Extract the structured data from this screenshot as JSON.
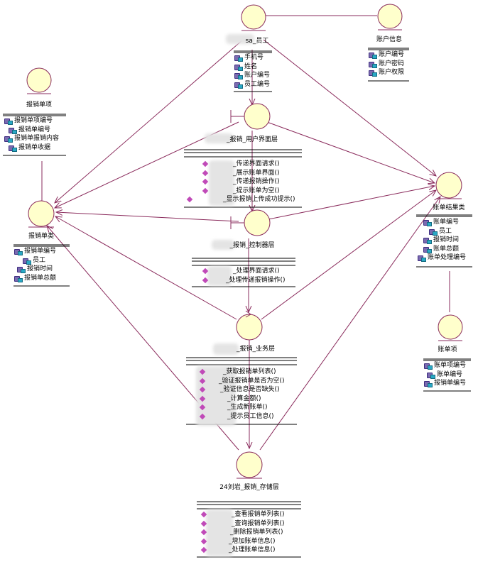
{
  "classes": {
    "employee": {
      "name": "sa_员工",
      "kind": "entity",
      "attributes": [
        "手机号",
        "姓名",
        "账户编号",
        "员工编号"
      ]
    },
    "account_info": {
      "name": "账户信息",
      "kind": "entity",
      "attributes": [
        "账户编号",
        "账户密码",
        "账户权限"
      ]
    },
    "expense_item": {
      "name": "报销单项",
      "kind": "entity",
      "attributes": [
        "报销单项编号",
        "报销单编号",
        "报销单报销内容",
        "报销单收据"
      ]
    },
    "ui_layer": {
      "name": "_报销_用户界面层",
      "kind": "boundary",
      "operations": [
        "_传递界面请求()",
        "_展示账单界面()",
        "_传递报销操作()",
        "_提示账单为空()",
        "_显示报销上传成功提示()"
      ]
    },
    "controller": {
      "name": "_报销_控制器层",
      "kind": "boundary",
      "operations": [
        "_处理界面请求()",
        "_处理传递报销操作()"
      ]
    },
    "expense_class": {
      "name": "报销单类",
      "kind": "entity",
      "attributes": [
        "报销单编号",
        "员工",
        "报销时间",
        "报销单总额"
      ]
    },
    "bill_result": {
      "name": "账单结果类",
      "kind": "entity",
      "attributes": [
        "账单编号",
        "员工",
        "报销时间",
        "账单总额",
        "账单处理编号"
      ]
    },
    "business": {
      "name": "_报销_业务层",
      "kind": "control",
      "operations": [
        "_获取报销单列表()",
        "_验证报销单是否为空()",
        "_验证信息是否缺失()",
        "_计算金额()",
        "_生成新账单()",
        "_提示员工信息()"
      ]
    },
    "bill_item": {
      "name": "账单项",
      "kind": "entity",
      "attributes": [
        "账单项编号",
        "账单编号",
        "报销单编号"
      ]
    },
    "storage": {
      "name": "24刘岩_报销_存储层",
      "kind": "entity",
      "operations": [
        "_查看报销单列表()",
        "_查询报销单列表()",
        "_删除报销单列表()",
        "_增加账单信息()",
        "_处理账单信息()"
      ]
    }
  },
  "colors": {
    "line": "#8a2b5c",
    "shape_fill": "#ffffcc",
    "redaction": "#e4e4e4"
  }
}
